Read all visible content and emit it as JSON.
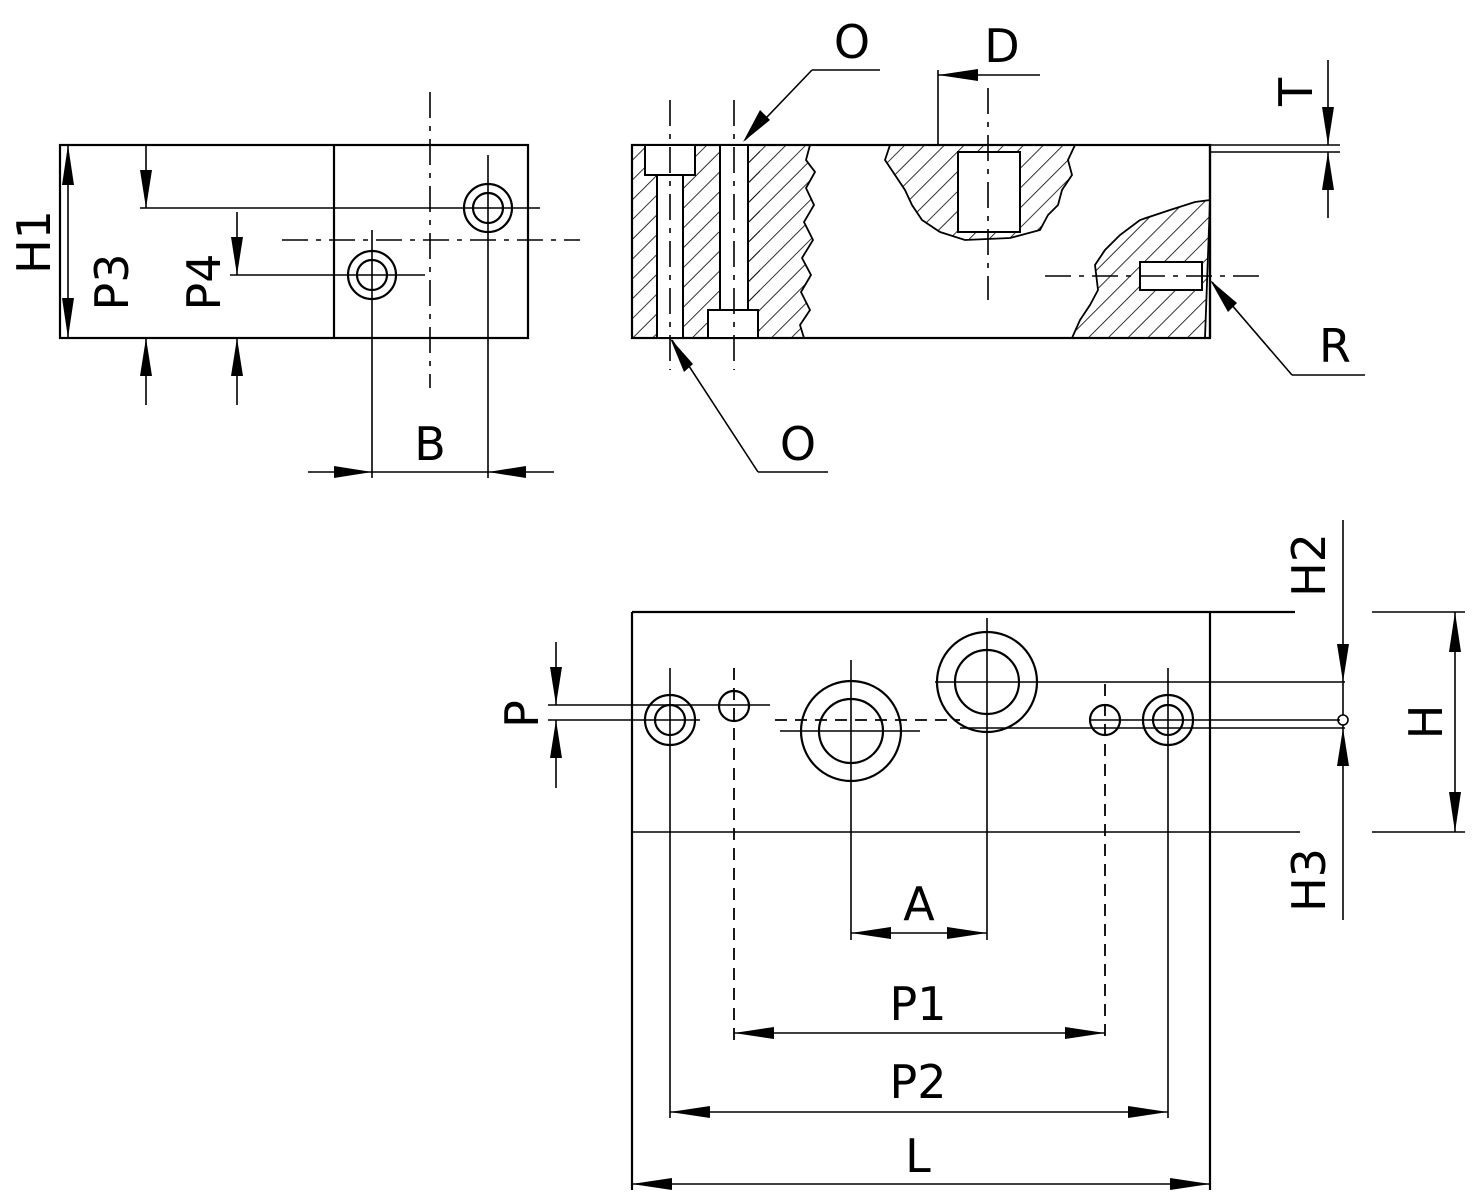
{
  "labels": {
    "H1": "H1",
    "P3": "P3",
    "P4": "P4",
    "B": "B",
    "O_top": "O",
    "O_bottom": "O",
    "D": "D",
    "T": "T",
    "R": "R",
    "H2": "H2",
    "H": "H",
    "H3": "H3",
    "P": "P",
    "A": "A",
    "P1": "P1",
    "P2": "P2",
    "L": "L"
  }
}
